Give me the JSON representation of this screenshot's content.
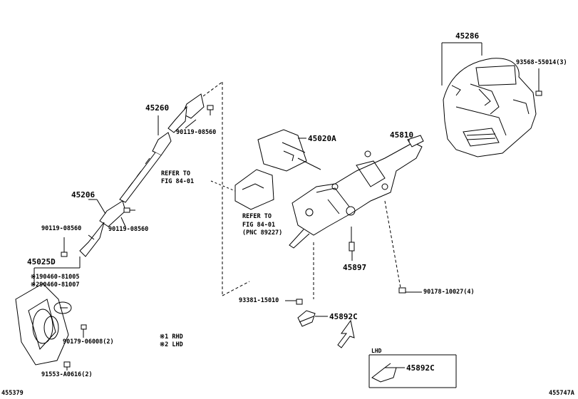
{
  "colors": {
    "ink": "#000000",
    "paper": "#ffffff"
  },
  "labels": {
    "p45286": "45286",
    "p93568": "93568-55014(3)",
    "p45260": "45260",
    "p90119a": "90119-08560",
    "p45020a": "45020A",
    "p45810": "45810",
    "refer1_a": "REFER TO",
    "refer1_b": "FIG 84-01",
    "p45206": "45206",
    "refer2_a": "REFER TO",
    "refer2_b": "FIG 84-01",
    "refer2_c": "(PNC 89227)",
    "p90119b": "90119-08560",
    "p90119c": "90119-08560",
    "p45025d": "45025D",
    "p190460": "※190460-81005",
    "p290460": "※290460-81007",
    "p45897": "45897",
    "p90178": "90178-10027(4)",
    "p93381": "93381-15010",
    "p45892c_a": "45892C",
    "p90179": "90179-06008(2)",
    "note_rhd": "※1 RHD",
    "note_lhd": "※2 LHD",
    "lhd_box": "LHD",
    "p45892c_b": "45892C",
    "p91553": "91553-A0616(2)",
    "fig_left": "455379",
    "fig_right": "455747A"
  }
}
